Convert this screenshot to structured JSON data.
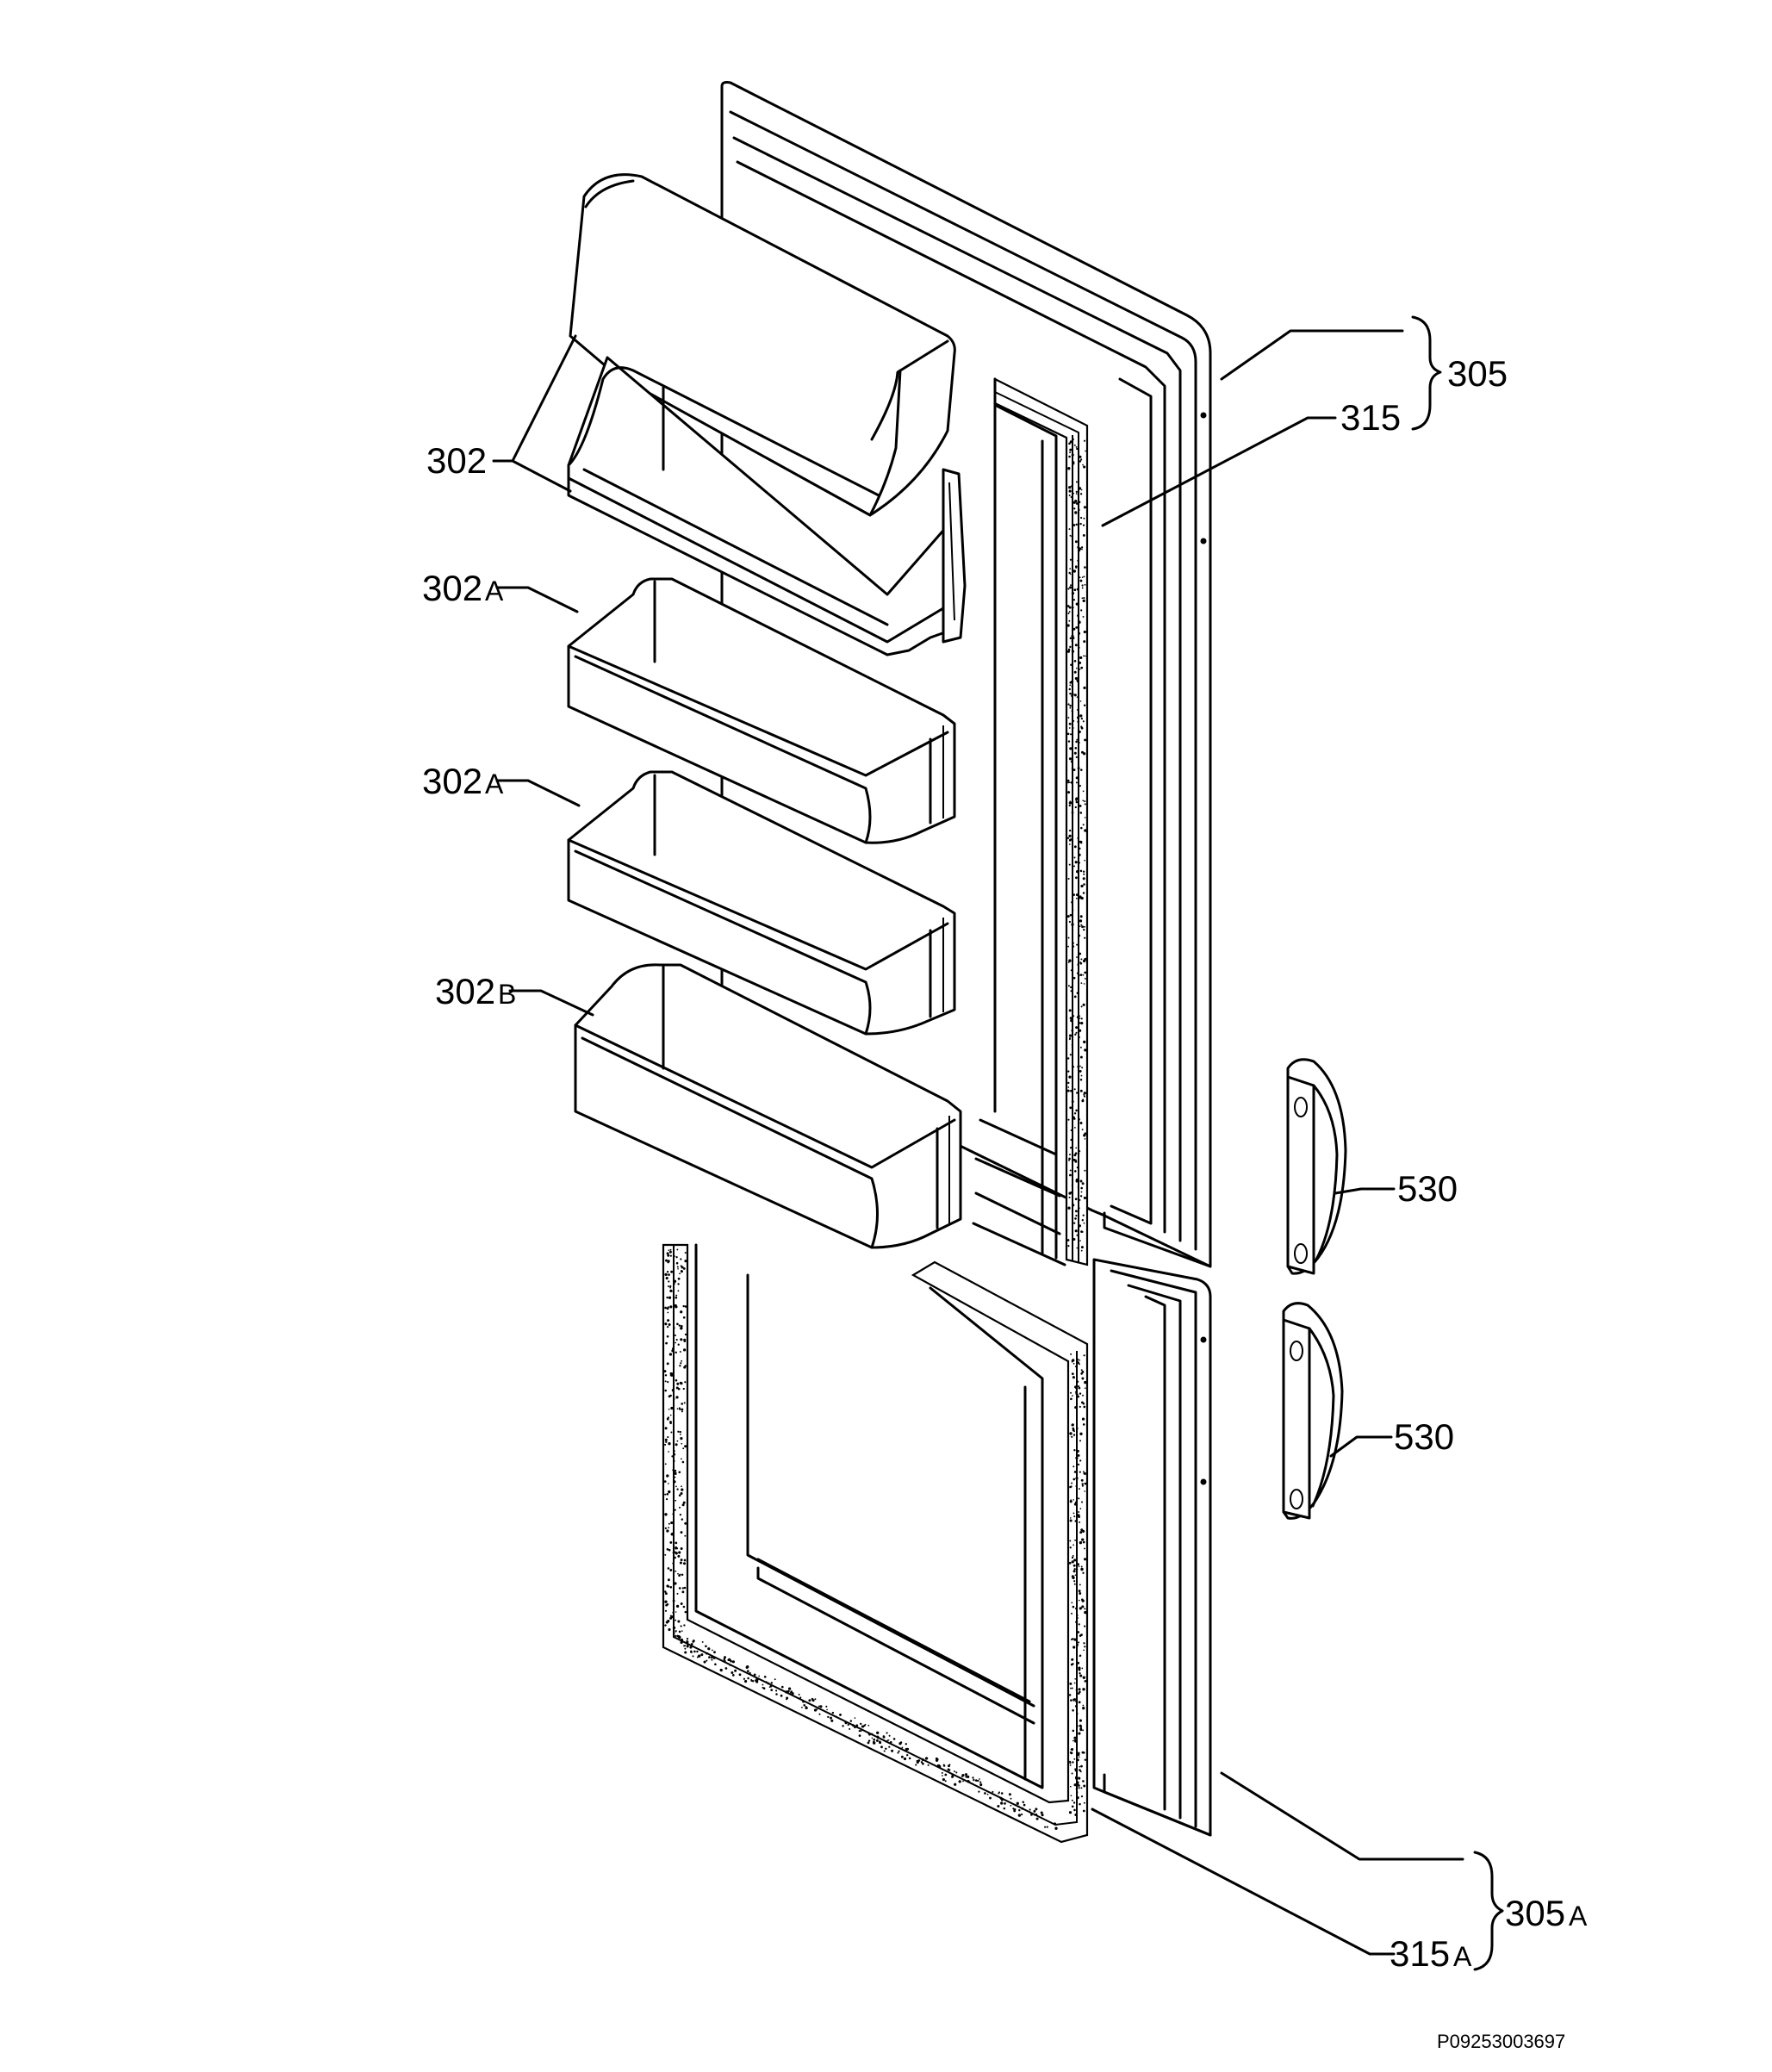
{
  "diagram": {
    "labels": {
      "door_shelf_302": "302",
      "shelf_302a_1_num": "302",
      "shelf_302a_1_suffix": "A",
      "shelf_302a_2_num": "302",
      "shelf_302a_2_suffix": "A",
      "shelf_302b_num": "302",
      "shelf_302b_suffix": "B",
      "door_upper_305": "305",
      "gasket_upper_315": "315",
      "handle_upper_530": "530",
      "handle_lower_530": "530",
      "door_lower_305a_num": "305",
      "door_lower_305a_suffix": "A",
      "gasket_lower_315a_num": "315",
      "gasket_lower_315a_suffix": "A"
    },
    "drawing_code": "P09253003697"
  }
}
